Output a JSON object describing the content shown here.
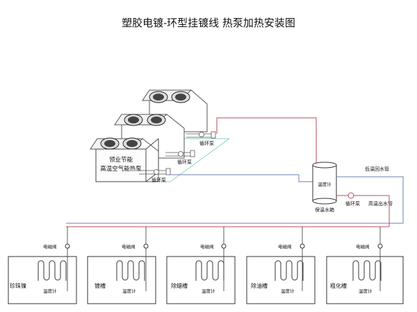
{
  "title": "塑胶电镀-环型挂镀线 热泵加热安装图",
  "heat_pump_label": [
    "领业节能",
    "高温空气能热泵"
  ],
  "pump_label": "循环泵",
  "tank": {
    "meter": "温度计",
    "name": "保温水箱"
  },
  "return_pipe_label": "低温回水管",
  "outlet_pipe_label": "高温出水管",
  "outlet_pump_label": "循环泵",
  "valve_label": "电磁阀",
  "tank_meter_label": "温度计",
  "baths": [
    {
      "name": "珍珠镍"
    },
    {
      "name": "镀槽"
    },
    {
      "name": "除蜡槽"
    },
    {
      "name": "除油槽"
    },
    {
      "name": "粗化槽"
    }
  ],
  "colors": {
    "hot_pipe": "#b84b5a",
    "cold_pipe": "#6f7fb0",
    "ground": "#8ed0c6",
    "line": "#333333"
  }
}
